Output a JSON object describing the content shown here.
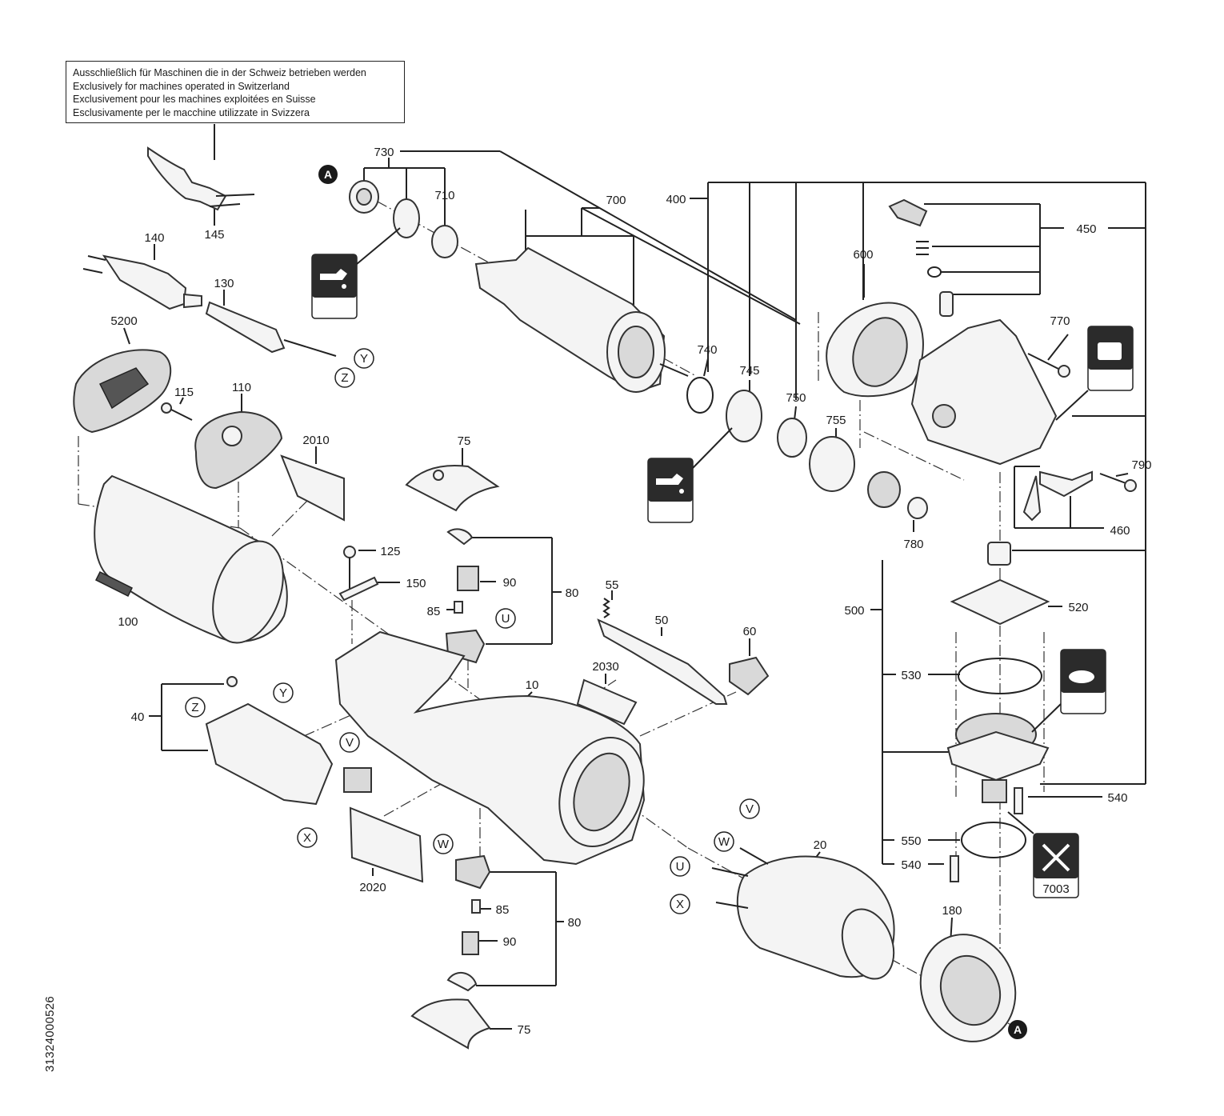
{
  "notice": {
    "lines": [
      "Ausschließlich für Maschinen die in der Schweiz betrieben werden",
      "Exclusively for machines operated in Switzerland",
      "Exclusivement pour les machines exploitées en Suisse",
      "Esclusivamente per le macchine utilizzate in Svizzera"
    ]
  },
  "document_number": "31324000526",
  "part_labels": {
    "p10": "10",
    "p20": "20",
    "p40": "40",
    "p50": "50",
    "p55": "55",
    "p60": "60",
    "p75a": "75",
    "p75b": "75",
    "p80a": "80",
    "p80b": "80",
    "p85a": "85",
    "p85b": "85",
    "p90a": "90",
    "p90b": "90",
    "p100": "100",
    "p110": "110",
    "p115": "115",
    "p125": "125",
    "p130": "130",
    "p140": "140",
    "p145": "145",
    "p150": "150",
    "p180": "180",
    "p400": "400",
    "p450": "450",
    "p460": "460",
    "p500": "500",
    "p520": "520",
    "p530": "530",
    "p540a": "540",
    "p540b": "540",
    "p550": "550",
    "p600": "600",
    "p700": "700",
    "p710": "710",
    "p730": "730",
    "p740": "740",
    "p745": "745",
    "p750": "750",
    "p755": "755",
    "p770": "770",
    "p780": "780",
    "p790": "790",
    "p2010": "2010",
    "p2020": "2020",
    "p2030": "2030",
    "p5200": "5200"
  },
  "connector_labels": {
    "a1": "A",
    "a2": "A",
    "u1": "U",
    "u2": "U",
    "v1": "V",
    "v2": "V",
    "w1": "W",
    "w2": "W",
    "x1": "X",
    "x2": "X",
    "y1": "Y",
    "y2": "Y",
    "z1": "Z",
    "z2": "Z"
  },
  "service_icon_label": "7003",
  "icons": [
    "oil-lubrication-icon",
    "grease-lubrication-icon",
    "grease-tin-icon",
    "service-tool-icon"
  ]
}
